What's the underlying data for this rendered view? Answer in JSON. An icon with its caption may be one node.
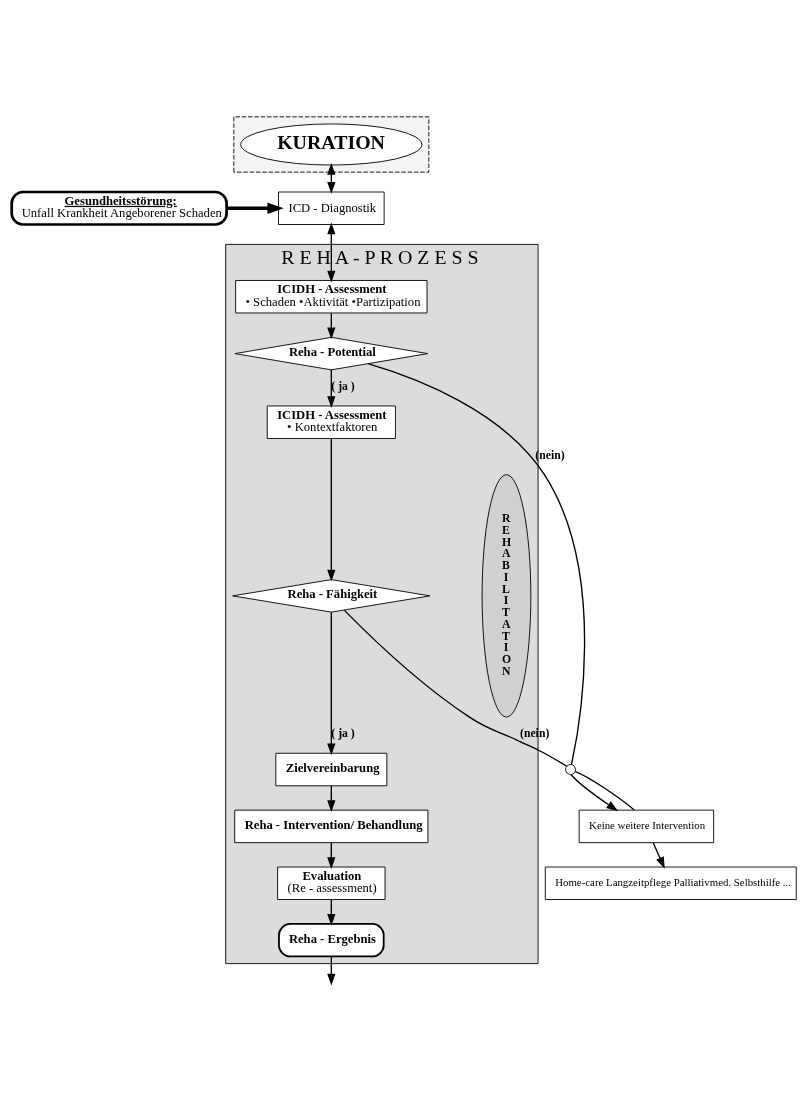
{
  "diagram": {
    "nodes": [
      {
        "text": [],
        "shape": "box"
      },
      {
        "text": [
          "KURATION"
        ],
        "in": 0
      },
      {
        "text": [
          "ICD - Diagnostik"
        ]
      },
      {
        "text": [
          "Gesundheitsstörung:",
          "Unfall Krankheit Angeborener Schaden"
        ]
      },
      {
        "text": [
          "R E H A - P R O Z E S S"
        ]
      },
      {
        "text": [
          "ICIDH - Assessment",
          "• Schaden •Aktivität •Partizipation"
        ],
        "in": 4
      },
      {
        "text": [
          "Reha - Potential"
        ],
        "in": 4
      },
      {
        "text": [
          "ICIDH - Assessment",
          "• Kontextfaktoren"
        ],
        "in": 4
      },
      {
        "text": [
          "Reha - Fähigkeit"
        ],
        "in": 4
      },
      {
        "text": [
          "Zielvereinbarung"
        ],
        "in": 4
      },
      {
        "text": [
          "Reha - Intervention/ Behandlung"
        ],
        "in": 4
      },
      {
        "text": [
          "Evaluation",
          "(Re - assessment)"
        ],
        "in": 4
      },
      {
        "text": [
          "Reha - Ergebnis"
        ],
        "in": 4
      },
      {
        "text": [
          "R E H A B I L I T A T I O N"
        ],
        "in": 4
      },
      {
        "text": [],
        "shape": "circle"
      },
      {
        "text": [
          "Keine weitere Intervention"
        ]
      },
      {
        "text": [
          "Home-care Langzeitpflege Palliativmed. Selbsthilfe ..."
        ]
      }
    ],
    "edges": [
      {
        "from": 1,
        "to": 2,
        "arrow": "both"
      },
      {
        "from": 3,
        "to": 2,
        "arrow": "to",
        "style": "thick"
      },
      {
        "from": 2,
        "to": 5,
        "arrow": "both"
      },
      {
        "from": 5,
        "to": 6,
        "arrow": "to"
      },
      {
        "from": 6,
        "to": 7,
        "arrow": "to",
        "label": "( ja )"
      },
      {
        "from": 7,
        "to": 8,
        "arrow": "to"
      },
      {
        "from": 8,
        "to": 9,
        "arrow": "to",
        "label": "( ja )"
      },
      {
        "from": 9,
        "to": 10,
        "arrow": "to"
      },
      {
        "from": 10,
        "to": 11,
        "arrow": "to"
      },
      {
        "from": 11,
        "to": 12,
        "arrow": "to"
      },
      {
        "from": 12,
        "to": null,
        "arrow": "to"
      },
      {
        "from": 6,
        "to": 14,
        "arrow": "none",
        "label": "(nein)"
      },
      {
        "from": 8,
        "to": 14,
        "arrow": "none",
        "label": "(nein)"
      },
      {
        "from": 14,
        "to": 15,
        "arrow": "to"
      },
      {
        "from": 15,
        "to": 14,
        "arrow": "none"
      },
      {
        "from": 15,
        "to": 16,
        "arrow": "to"
      }
    ]
  }
}
